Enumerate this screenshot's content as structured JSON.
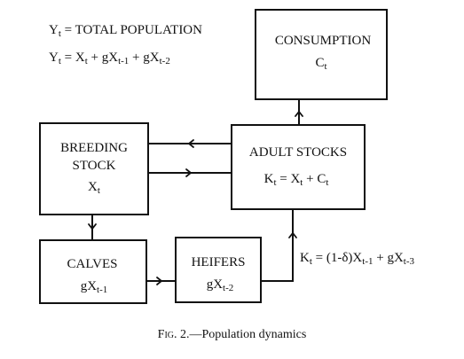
{
  "equations": {
    "y_definition_lhs": "Y",
    "y_definition_lhs_sub": "t",
    "y_definition_rhs": "= TOTAL POPULATION",
    "y_formula_lhs": "Y",
    "y_formula_lhs_sub": "t",
    "y_formula_rhs_parts": [
      "= X",
      "t",
      " + gX",
      "t-1",
      " + gX",
      "t-2"
    ]
  },
  "boxes": {
    "consumption": {
      "label": "CONSUMPTION",
      "sym": "C",
      "sym_sub": "t"
    },
    "breeding": {
      "label_line1": "BREEDING",
      "label_line2": "STOCK",
      "sym": "X",
      "sym_sub": "t"
    },
    "adult": {
      "label": "ADULT STOCKS",
      "formula_parts": [
        "K",
        "t",
        " = X",
        "t",
        " + C",
        "t"
      ]
    },
    "calves": {
      "label": "CALVES",
      "sym": "gX",
      "sym_sub": "t-1"
    },
    "heifers": {
      "label": "HEIFERS",
      "sym": "gX",
      "sym_sub": "t-2"
    }
  },
  "k_equation_parts": [
    "K",
    "t",
    " = (1-δ)X",
    "t-1",
    " + gX",
    "t-3"
  ],
  "caption": {
    "fig": "Fig. 2.",
    "text": "—Population dynamics"
  },
  "colors": {
    "ink": "#111111",
    "background": "#ffffff"
  }
}
